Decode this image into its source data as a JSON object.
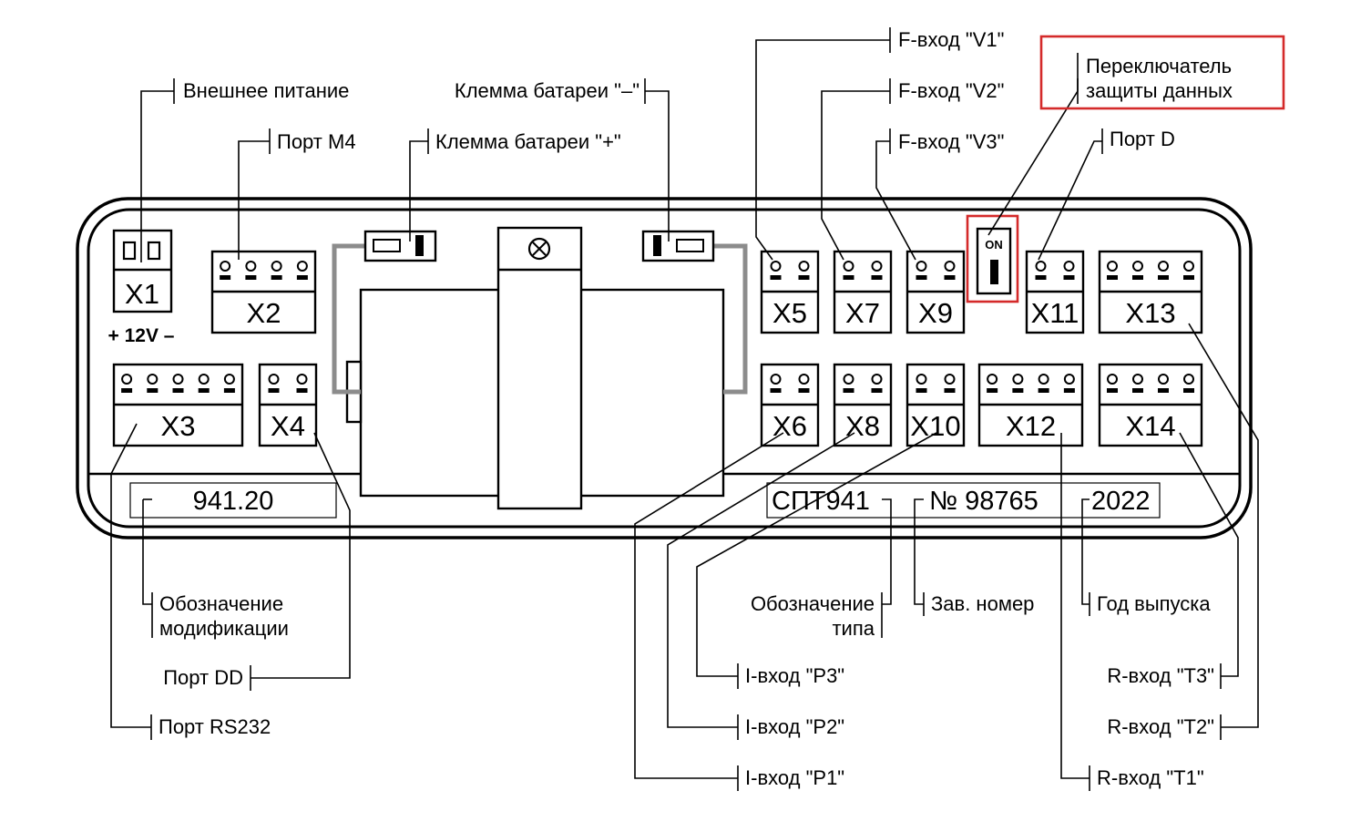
{
  "connectors": {
    "x1": "X1",
    "x2": "X2",
    "x3": "X3",
    "x4": "X4",
    "x5": "X5",
    "x6": "X6",
    "x7": "X7",
    "x8": "X8",
    "x9": "X9",
    "x10": "X10",
    "x11": "X11",
    "x12": "X12",
    "x13": "X13",
    "x14": "X14"
  },
  "power_marking": "+ 12V –",
  "switch_on": "ON",
  "nameplate": {
    "modification": "941.20",
    "type": "СПТ941",
    "serial": "№ 98765",
    "year": "2022"
  },
  "callouts": {
    "ext_power": "Внешнее питание",
    "port_m4": "Порт M4",
    "battery_minus": "Клемма батареи \"–\"",
    "battery_plus": "Клемма батареи \"+\"",
    "f_v1": "F-вход \"V1\"",
    "f_v2": "F-вход \"V2\"",
    "f_v3": "F-вход \"V3\"",
    "protect_line1": "Переключатель",
    "protect_line2": "защиты данных",
    "port_d": "Порт D",
    "mod_line1": "Обозначение",
    "mod_line2": "модификации",
    "port_dd": "Порт DD",
    "port_rs232": "Порт  RS232",
    "type_line1": "Обозначение",
    "type_line2": "типа",
    "serial": "Зав. номер",
    "year": "Год выпуска",
    "i_p3": "I-вход \"P3\"",
    "i_p2": "I-вход \"P2\"",
    "i_p1": "I-вход \"P1\"",
    "r_t3": "R-вход \"T3\"",
    "r_t2": "R-вход \"T2\"",
    "r_t1": "R-вход \"T1\""
  },
  "colors": {
    "highlight": "#d42a2a",
    "battery_wire": "#8c8c8c",
    "line": "#000000"
  }
}
